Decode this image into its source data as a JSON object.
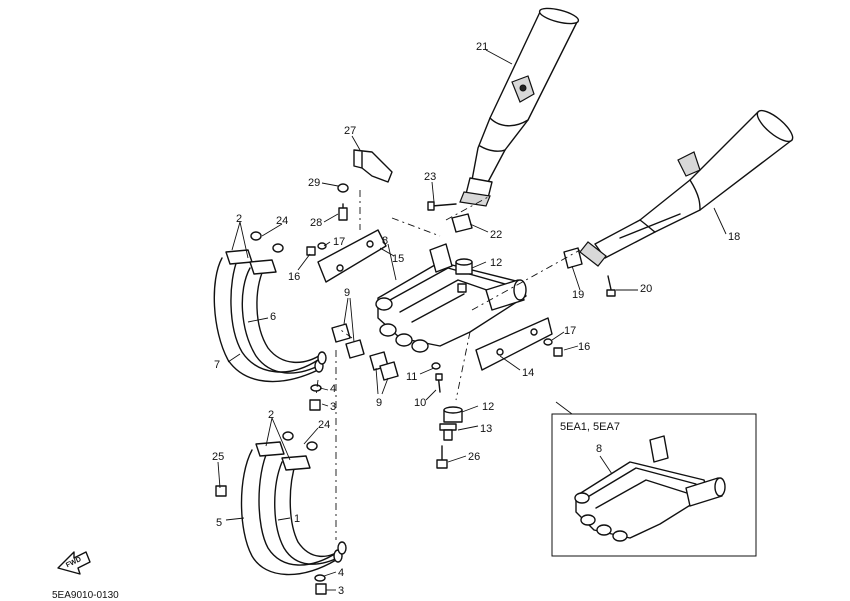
{
  "diagram": {
    "drawing_code": "5EA9010-0130",
    "fwd_label": "FWD",
    "inset": {
      "title": "5EA1, 5EA7",
      "part_number": "8"
    },
    "callouts": [
      {
        "id": "c21",
        "label": "21"
      },
      {
        "id": "c27",
        "label": "27"
      },
      {
        "id": "c29",
        "label": "29"
      },
      {
        "id": "c23",
        "label": "23"
      },
      {
        "id": "c28",
        "label": "28"
      },
      {
        "id": "c22",
        "label": "22"
      },
      {
        "id": "c18",
        "label": "18"
      },
      {
        "id": "c2a",
        "label": "2"
      },
      {
        "id": "c24a",
        "label": "24"
      },
      {
        "id": "c17a",
        "label": "17"
      },
      {
        "id": "c16a",
        "label": "16"
      },
      {
        "id": "c15",
        "label": "15"
      },
      {
        "id": "c8",
        "label": "8"
      },
      {
        "id": "c12a",
        "label": "12"
      },
      {
        "id": "c19",
        "label": "19"
      },
      {
        "id": "c20",
        "label": "20"
      },
      {
        "id": "c9a",
        "label": "9"
      },
      {
        "id": "c6",
        "label": "6"
      },
      {
        "id": "c7",
        "label": "7"
      },
      {
        "id": "c17b",
        "label": "17"
      },
      {
        "id": "c16b",
        "label": "16"
      },
      {
        "id": "c14",
        "label": "14"
      },
      {
        "id": "c11",
        "label": "11"
      },
      {
        "id": "c4a",
        "label": "4"
      },
      {
        "id": "c3a",
        "label": "3"
      },
      {
        "id": "c9b",
        "label": "9"
      },
      {
        "id": "c10",
        "label": "10"
      },
      {
        "id": "c12b",
        "label": "12"
      },
      {
        "id": "c13",
        "label": "13"
      },
      {
        "id": "c2b",
        "label": "2"
      },
      {
        "id": "c24b",
        "label": "24"
      },
      {
        "id": "c25",
        "label": "25"
      },
      {
        "id": "c26",
        "label": "26"
      },
      {
        "id": "c1",
        "label": "1"
      },
      {
        "id": "c5",
        "label": "5"
      },
      {
        "id": "c4b",
        "label": "4"
      },
      {
        "id": "c3b",
        "label": "3"
      }
    ]
  }
}
